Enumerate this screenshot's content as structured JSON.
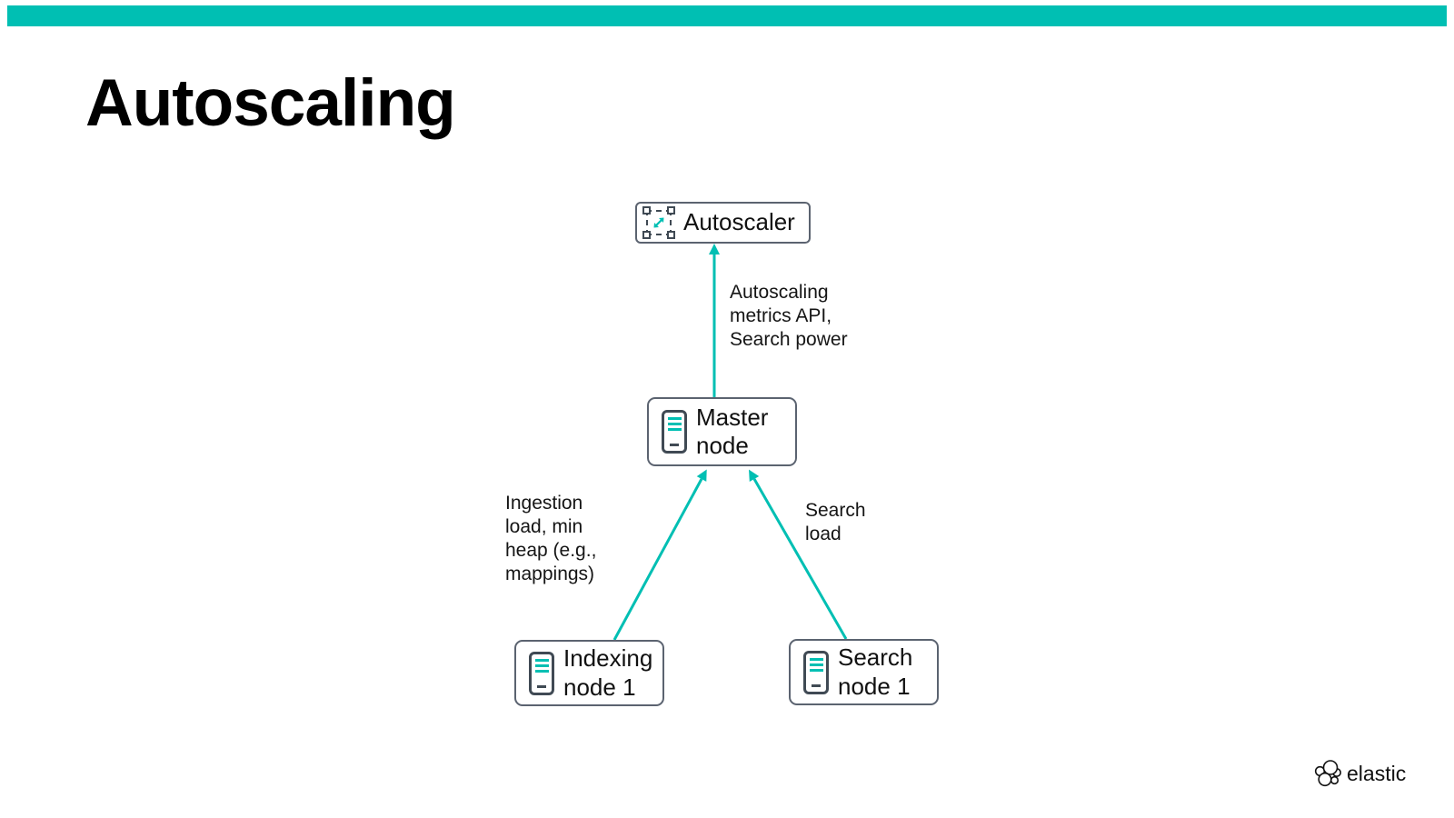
{
  "slide": {
    "title": "Autoscaling",
    "accent_color": "#00BFB3",
    "box_border_color": "#5B6370"
  },
  "diagram": {
    "nodes": [
      {
        "id": "autoscaler",
        "label": "Autoscaler",
        "icon": "scale-expand-icon"
      },
      {
        "id": "master",
        "label": "Master node",
        "icon": "server-icon"
      },
      {
        "id": "indexing",
        "label": "Indexing node 1",
        "icon": "server-icon"
      },
      {
        "id": "search",
        "label": "Search node 1",
        "icon": "server-icon"
      }
    ],
    "edges": [
      {
        "from": "master",
        "to": "autoscaler",
        "label": "Autoscaling metrics API, Search power"
      },
      {
        "from": "indexing",
        "to": "master",
        "label": "Ingestion load, min heap (e.g., mappings)"
      },
      {
        "from": "search",
        "to": "master",
        "label": "Search load"
      }
    ]
  },
  "footer": {
    "logo_text": "elastic"
  }
}
